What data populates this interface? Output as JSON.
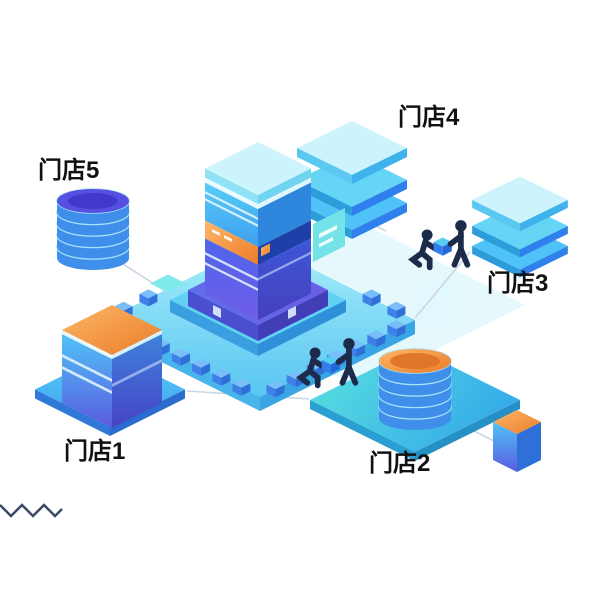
{
  "figure": {
    "title": "isometric-store-network-illustration",
    "labels": {
      "store1": "门店1",
      "store2": "门店2",
      "store3": "门店3",
      "store4": "门店4",
      "store5": "门店5"
    },
    "palette": {
      "accent_orange": "#F2994A",
      "primary_blue": "#2F80ED",
      "light_cyan": "#7DE3F5",
      "indigo": "#5B5BE0",
      "teal": "#43D8D8",
      "figure_navy": "#1C2B4A",
      "label_color": "#111111",
      "connector": "#C9D6E6",
      "background": "#FFFFFF"
    }
  }
}
